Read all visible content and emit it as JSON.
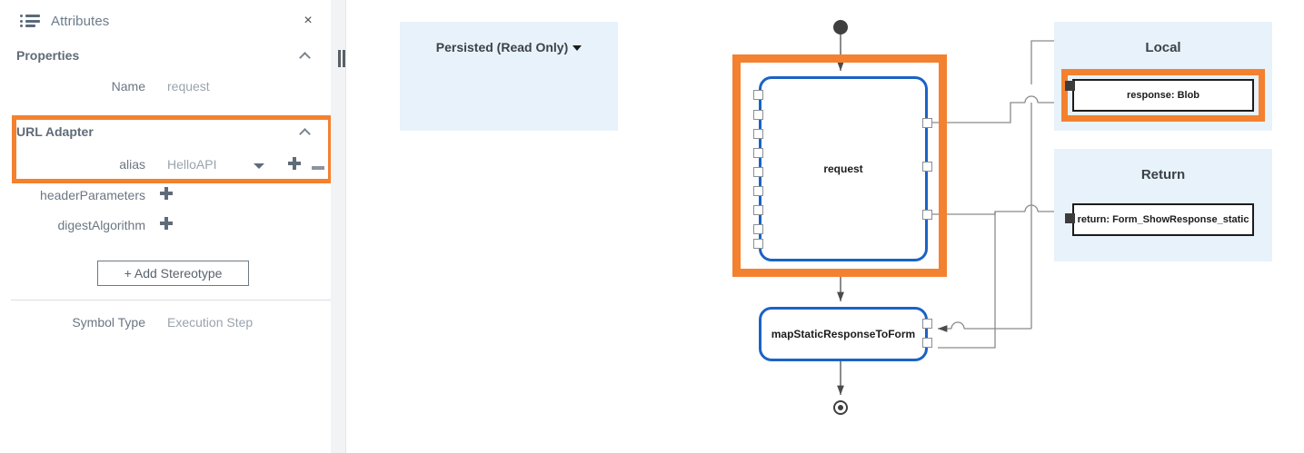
{
  "panel": {
    "header": {
      "title": "Attributes",
      "icon": "list-icon",
      "close_icon": "×"
    },
    "sections": [
      {
        "name": "Properties",
        "label": "Properties",
        "collapse_icon": "chevron-up-icon"
      },
      {
        "name": "URL Adapter",
        "label": "URL Adapter",
        "collapse_icon": "chevron-up-icon",
        "highlighted": true
      }
    ],
    "fields": {
      "name_label": "Name",
      "name_value": "request",
      "alias_label": "alias",
      "alias_value": "HelloAPI",
      "header_parameters_label": "headerParameters",
      "digest_algorithm_label": "digestAlgorithm",
      "symbol_type_label": "Symbol Type",
      "symbol_type_value": "Execution Step"
    },
    "add_stereotype_button": "+ Add Stereotype"
  },
  "canvas": {
    "persisted": {
      "label": "Persisted (Read Only)",
      "caret": "caret-down-icon"
    },
    "nodes": {
      "request": "request",
      "map_static": "mapStaticResponseToForm"
    },
    "groups": [
      {
        "title": "Local",
        "variables": [
          {
            "label": "response: Blob",
            "highlighted": true
          }
        ]
      },
      {
        "title": "Return",
        "variables": [
          {
            "label": "return: Form_ShowResponse_static",
            "highlighted": false
          }
        ]
      }
    ]
  },
  "colors": {
    "highlight_orange": "#f4812f",
    "node_blue": "#1b63c4",
    "panel_blue": "#e8f2fa",
    "canvas_border_blue": "#2b90c8",
    "label_gray": "#6b7683"
  }
}
